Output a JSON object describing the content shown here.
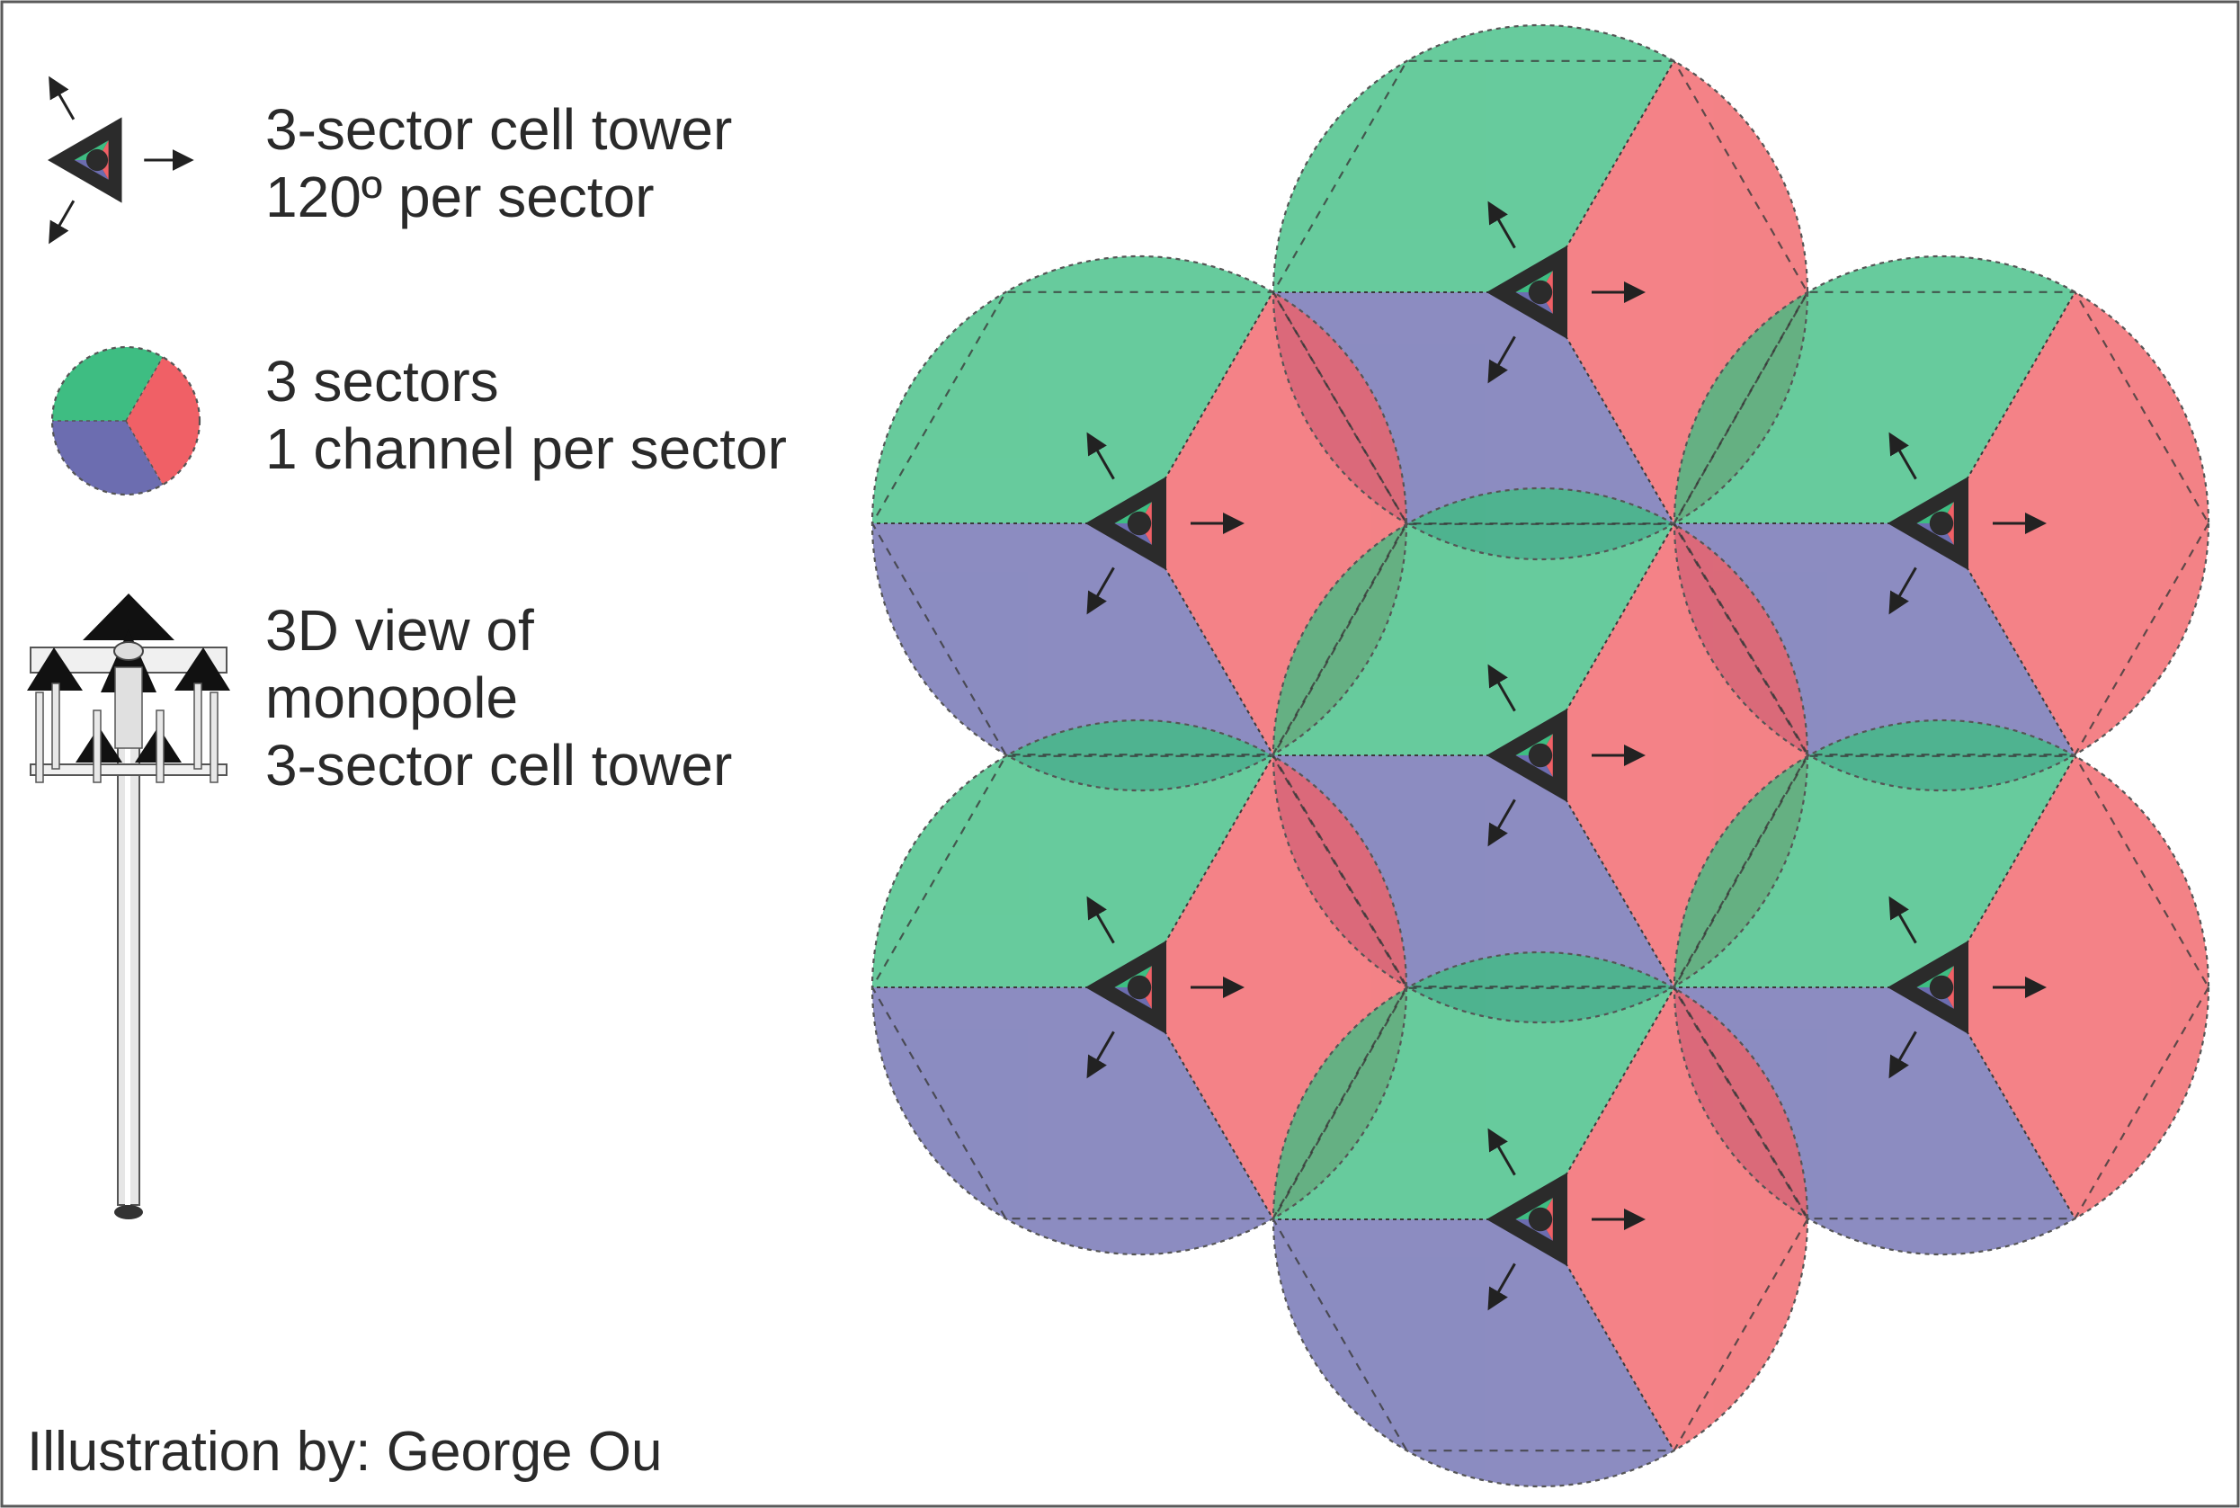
{
  "legend": {
    "tower_line1": "3-sector cell tower",
    "tower_line2": "120º per sector",
    "sectors_line1": "3 sectors",
    "sectors_line2": "1 channel per sector",
    "monopole_line1": "3D view of",
    "monopole_line2": "monopole",
    "monopole_line3": "3-sector cell tower"
  },
  "credit": "Illustration by: George Ou",
  "colors": {
    "sector_green": "#3ebd82",
    "sector_red": "#f06066",
    "sector_blue": "#6c6db0",
    "tower_dark": "#2b2b2b",
    "frame": "#5a5a5a"
  },
  "cells": [
    {
      "id": "top"
    },
    {
      "id": "upper-left"
    },
    {
      "id": "upper-right"
    },
    {
      "id": "center"
    },
    {
      "id": "lower-left"
    },
    {
      "id": "lower-right"
    },
    {
      "id": "bottom"
    }
  ]
}
